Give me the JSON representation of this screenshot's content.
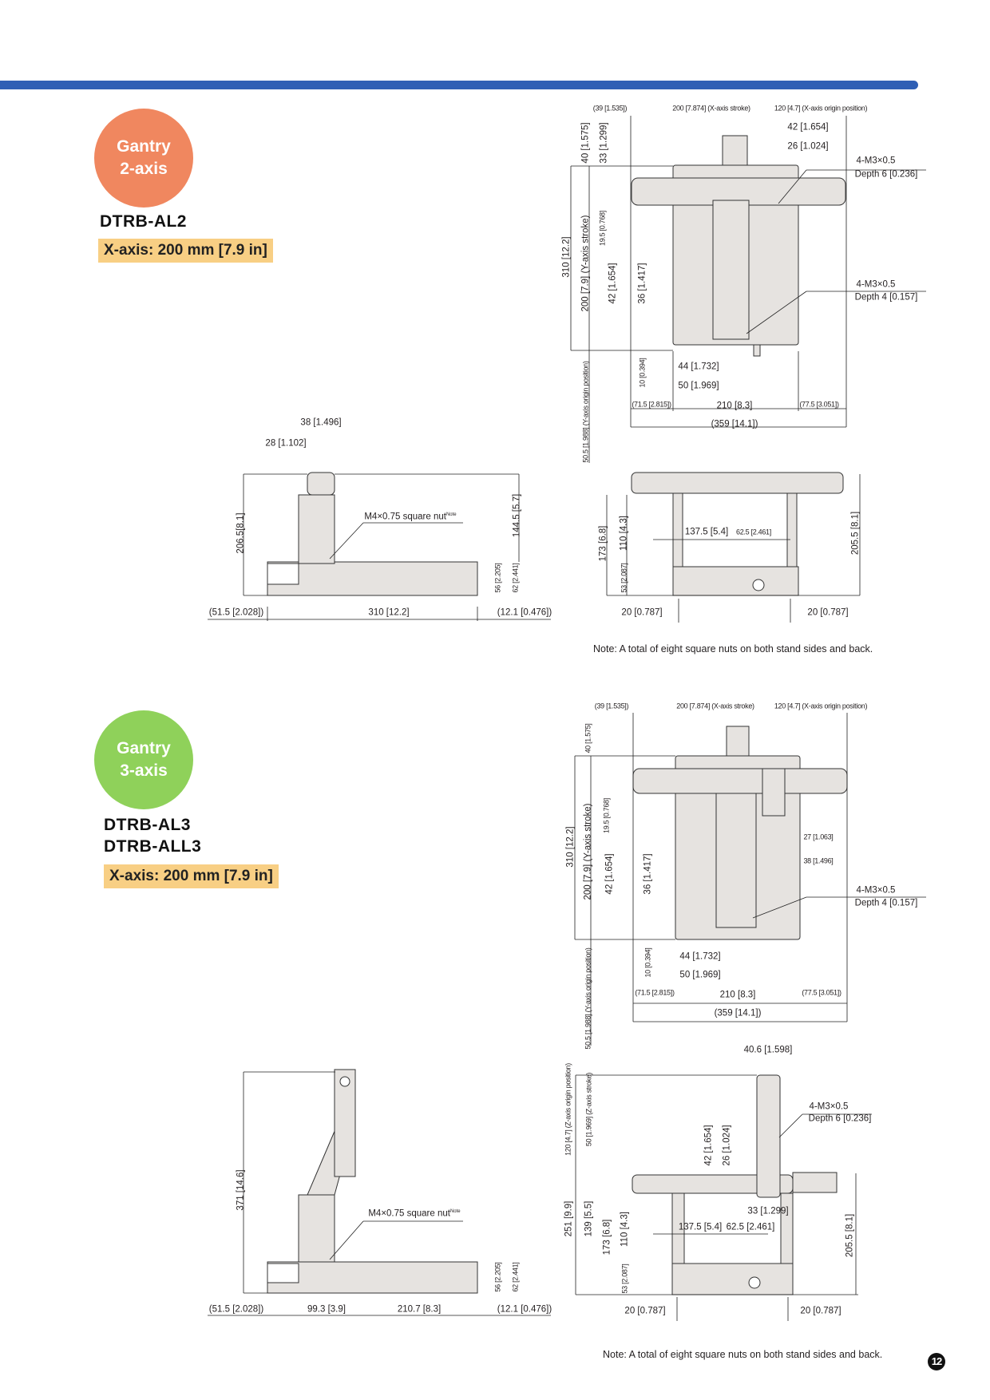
{
  "sections": [
    {
      "badge_line1": "Gantry",
      "badge_line2": "2-axis",
      "badge_color": "#f0875f",
      "models": [
        "DTRB-AL2"
      ],
      "x_axis": "X-axis: 200 mm [7.9 in]",
      "top_view": {
        "d39": "(39 [1.535])",
        "x_stroke": "200 [7.874] (X-axis stroke)",
        "x_origin": "120 [4.7] (X-axis origin position)",
        "d42": "42 [1.654]",
        "d26": "26 [1.024]",
        "tap1_a": "4-M3×0.5",
        "tap1_b": "Depth 6 [0.236]",
        "tap2_a": "4-M3×0.5",
        "tap2_b": "Depth 4 [0.157]",
        "d44": "44 [1.732]",
        "d50": "50 [1.969]",
        "d71": "(71.5 [2.815])",
        "d210": "210 [8.3]",
        "d77": "(77.5 [3.051])",
        "d359": "(359 [14.1])",
        "d40": "40 [1.575]",
        "d33": "33 [1.299]",
        "d310": "310 [12.2]",
        "y_stroke": "200 [7.9] (Y-axis stroke)",
        "d19": "19.5 [0.768]",
        "v42": "42 [1.654]",
        "v36": "36 [1.417]",
        "v10": "10 [0.394]",
        "y_origin": "50.5 [1.988] (Y-axis origin position)"
      },
      "side_view": {
        "d38": "38 [1.496]",
        "d28": "28 [1.102]",
        "h206": "206.5[8.1]",
        "h144": "144.5 [5.7]",
        "nut": "M4×0.75 square nut",
        "nut_sup": "Note",
        "v56": "56 [2.205]",
        "v62": "62 [2.441]",
        "d51": "(51.5 [2.028])",
        "d310": "310 [12.2]",
        "d12": "(12.1 [0.476])"
      },
      "front_view": {
        "d137": "137.5 [5.4]",
        "d62": "62.5 [2.461]",
        "v173": "173 [6.8]",
        "v110": "110 [4.3]",
        "v53": "53 [2.087]",
        "v205": "205.5 [8.1]",
        "d20a": "20 [0.787]",
        "d20b": "20 [0.787]"
      },
      "note": "Note: A total of eight square nuts on both stand sides and back."
    },
    {
      "badge_line1": "Gantry",
      "badge_line2": "3-axis",
      "badge_color": "#8fd15a",
      "models": [
        "DTRB-AL3",
        "DTRB-ALL3"
      ],
      "x_axis": "X-axis: 200 mm [7.9 in]",
      "top_view": {
        "d39": "(39 [1.535])",
        "x_stroke": "200 [7.874] (X-axis stroke)",
        "x_origin": "120 [4.7] (X-axis origin position)",
        "d40": "40 [1.575]",
        "d310": "310 [12.2]",
        "y_stroke": "200 [7.9] (Y-axis stroke)",
        "d19": "19.5 [0.768]",
        "v42": "42 [1.654]",
        "v36": "36 [1.417]",
        "d27": "27 [1.063]",
        "d38": "38 [1.496]",
        "tap_a": "4-M3×0.5",
        "tap_b": "Depth 4 [0.157]",
        "v10": "10 [0.394]",
        "d44": "44 [1.732]",
        "d50": "50 [1.969]",
        "d71": "(71.5 [2.815])",
        "d210": "210 [8.3]",
        "d77": "(77.5 [3.051])",
        "d359": "(359 [14.1])",
        "y_origin": "50.5 [1.988] (Y-axis origin position)"
      },
      "side_view": {
        "h371": "371 [14.6]",
        "nut": "M4×0.75 square nut",
        "nut_sup": "Note",
        "v56": "56 [2.205]",
        "v62": "62 [2.441]",
        "d51": "(51.5 [2.028])",
        "d99": "99.3 [3.9]",
        "d210": "210.7 [8.3]",
        "d12": "(12.1 [0.476])"
      },
      "front_view": {
        "d40": "40.6 [1.598]",
        "z_origin": "120 [4.7] (Z-axis origin position)",
        "z_stroke": "50 [1.969] (Z-axis stroke)",
        "tap_a": "4-M3×0.5",
        "tap_b": "Depth 6 [0.236]",
        "v42": "42 [1.654]",
        "v26": "26 [1.024]",
        "v251": "251 [9.9]",
        "v139": "139 [5.5]",
        "v173": "173 [6.8]",
        "v110": "110 [4.3]",
        "v53": "53 [2.087]",
        "d33": "33 [1.299]",
        "d137": "137.5 [5.4]",
        "d62": "62.5 [2.461]",
        "v205": "205.5 [8.1]",
        "d20a": "20 [0.787]",
        "d20b": "20 [0.787]"
      },
      "note": "Note: A total of eight square nuts on both stand sides and back."
    }
  ],
  "page_number": "12"
}
